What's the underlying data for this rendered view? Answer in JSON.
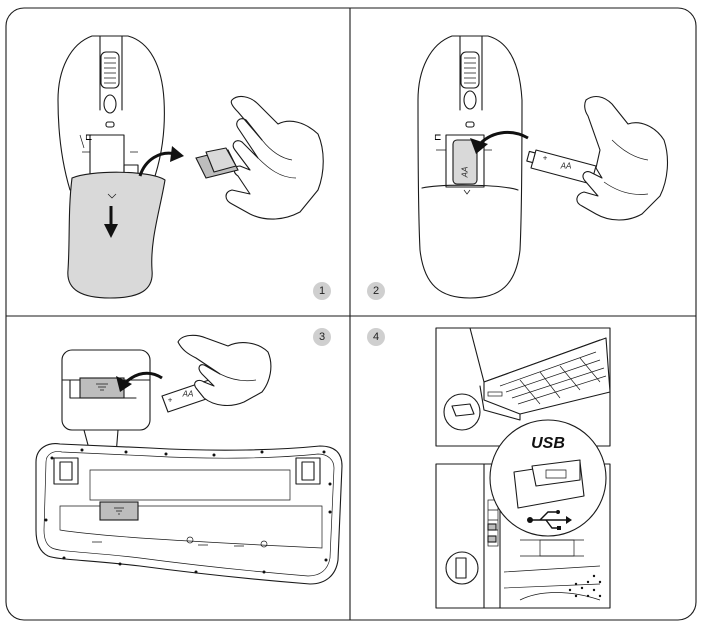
{
  "steps": [
    {
      "number": "1"
    },
    {
      "number": "2"
    },
    {
      "number": "3"
    },
    {
      "number": "4"
    }
  ],
  "battery": {
    "type_label": "AA",
    "positive": "+",
    "negative": "−"
  },
  "receiver": {
    "label": "USB"
  },
  "icons": [
    "mouse",
    "hand",
    "battery",
    "keyboard",
    "laptop",
    "desktop-tower",
    "usb-receiver",
    "usb-symbol",
    "arrow"
  ]
}
